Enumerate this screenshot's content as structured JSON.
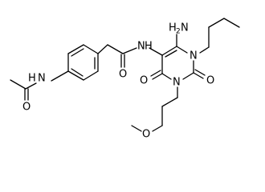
{
  "molecule": {
    "atoms": {
      "acetyl_nh": "H",
      "acetyl_n": "N",
      "acetyl_o": "O",
      "amide_nh": "H",
      "amide_n": "N",
      "amide_o": "O",
      "amino_h": "H",
      "amino_h2": "2",
      "amino_n": "N",
      "ring_n1": "N",
      "ring_n3": "N",
      "ring_o2": "O",
      "ring_o4": "O",
      "methoxy_o": "O"
    }
  },
  "colors": {
    "bond": "#000000",
    "label": "#000000",
    "background": "#ffffff"
  }
}
